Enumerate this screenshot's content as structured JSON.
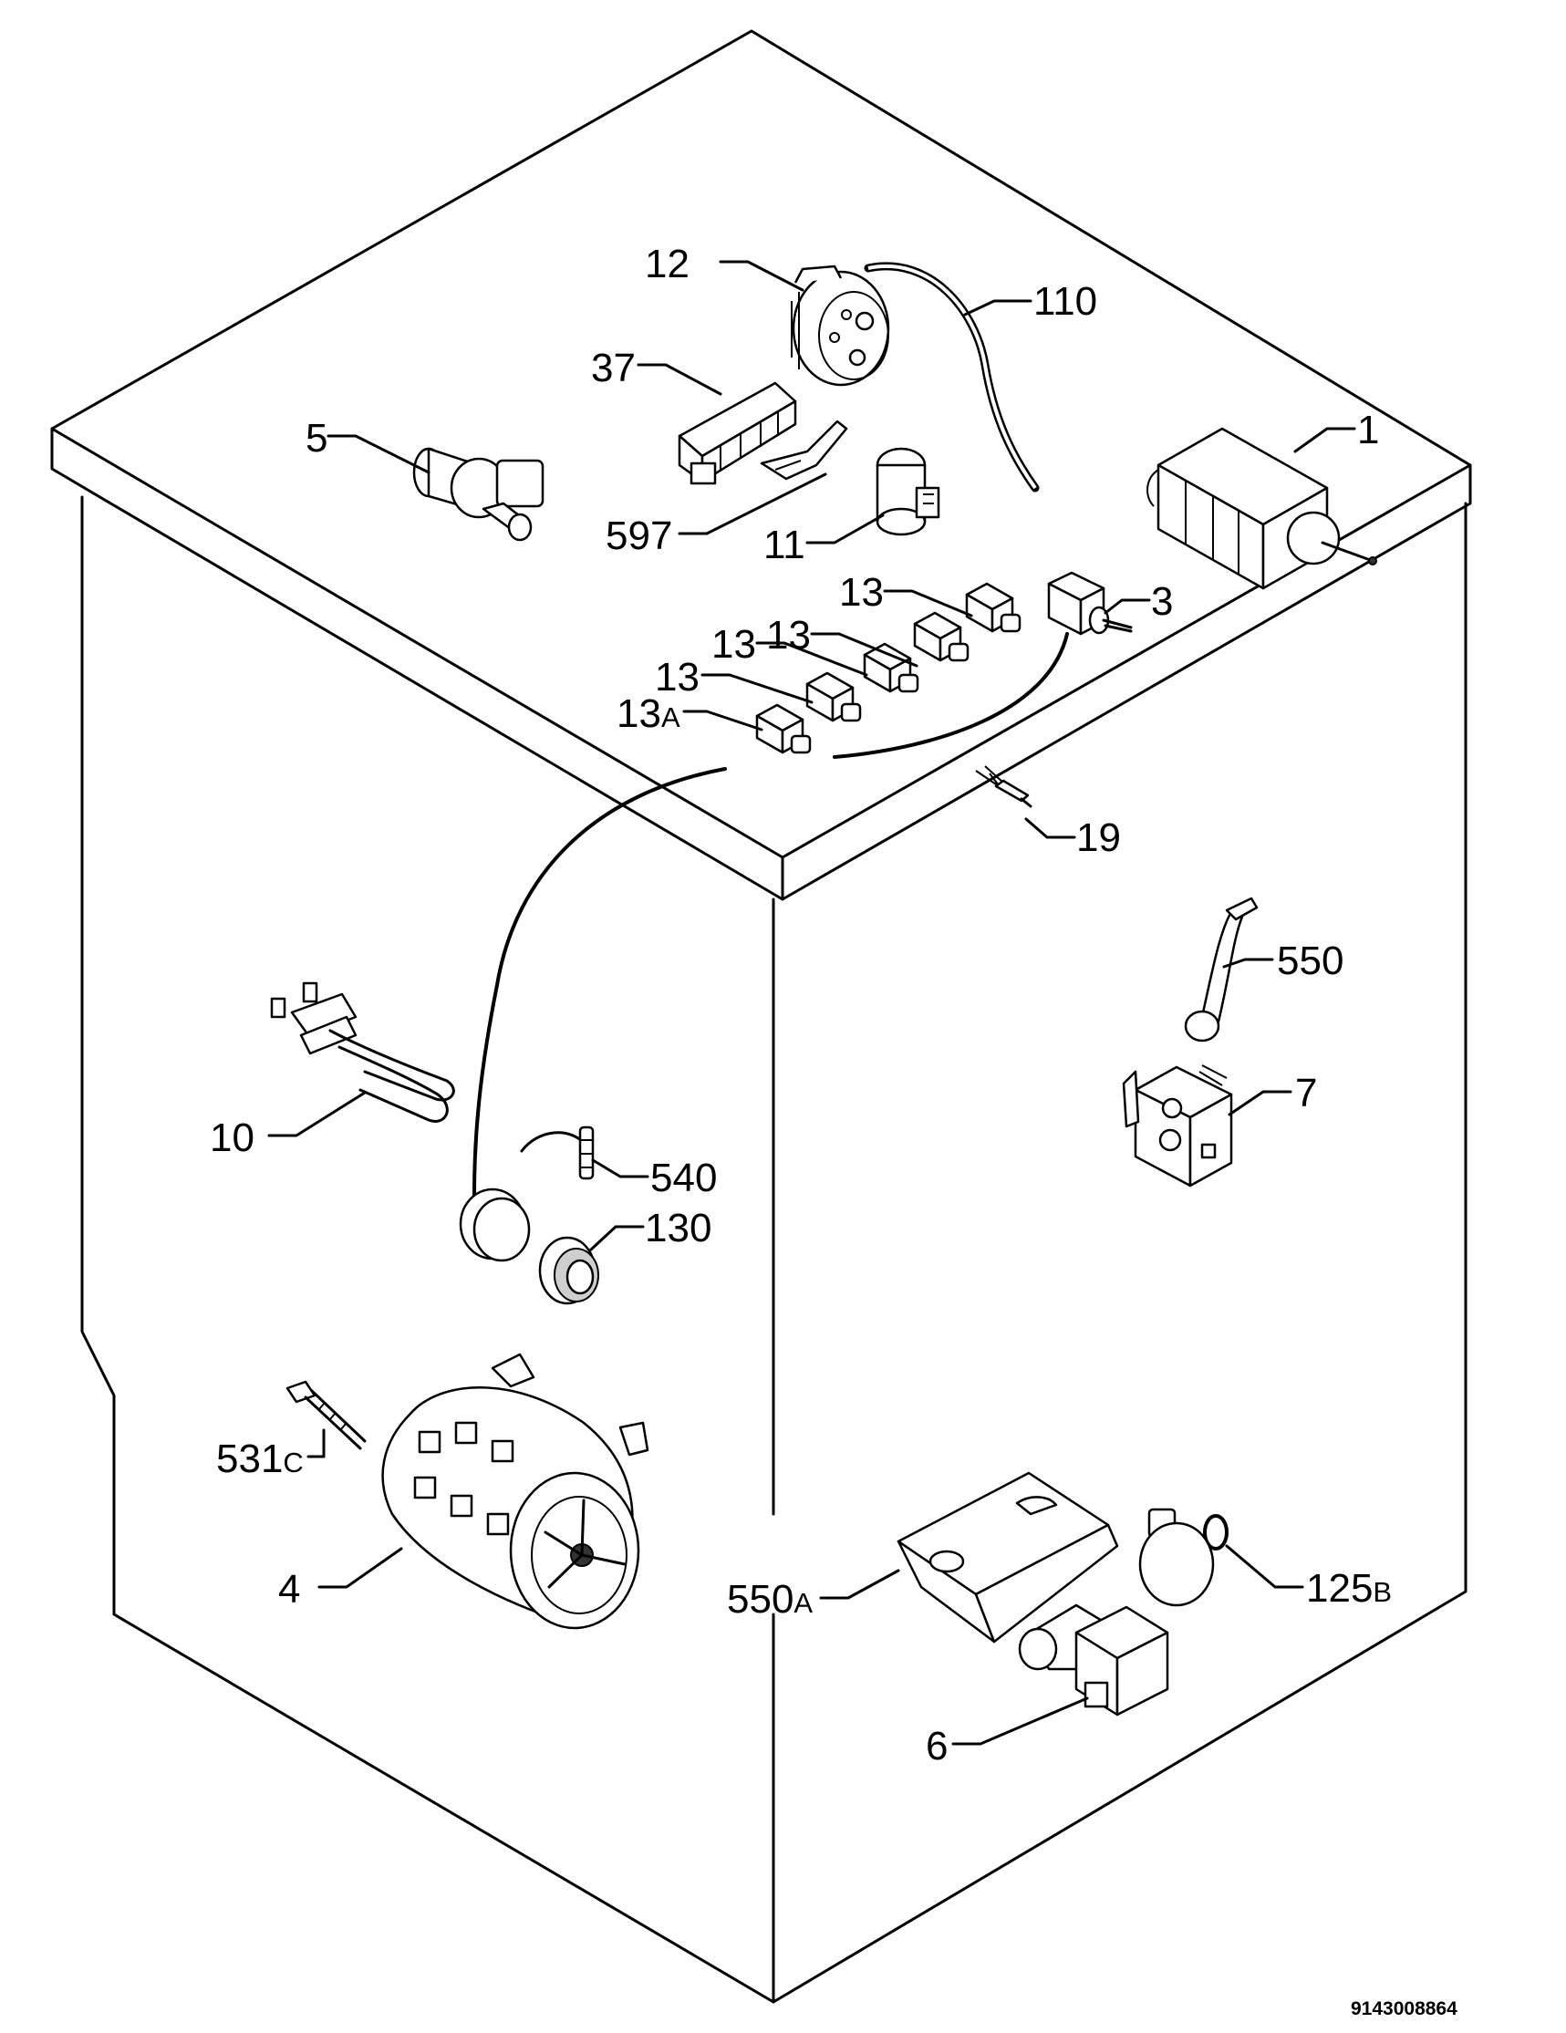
{
  "drawing_code": "9143008864",
  "labels": {
    "l1": {
      "num": "1",
      "suffix": ""
    },
    "l3": {
      "num": "3",
      "suffix": ""
    },
    "l4": {
      "num": "4",
      "suffix": ""
    },
    "l5": {
      "num": "5",
      "suffix": ""
    },
    "l6": {
      "num": "6",
      "suffix": ""
    },
    "l7": {
      "num": "7",
      "suffix": ""
    },
    "l10": {
      "num": "10",
      "suffix": ""
    },
    "l11": {
      "num": "11",
      "suffix": ""
    },
    "l12": {
      "num": "12",
      "suffix": ""
    },
    "l13a": {
      "num": "13",
      "suffix": "A"
    },
    "l13_1": {
      "num": "13",
      "suffix": ""
    },
    "l13_2": {
      "num": "13",
      "suffix": ""
    },
    "l13_3": {
      "num": "13",
      "suffix": ""
    },
    "l13_4": {
      "num": "13",
      "suffix": ""
    },
    "l19": {
      "num": "19",
      "suffix": ""
    },
    "l37": {
      "num": "37",
      "suffix": ""
    },
    "l110": {
      "num": "110",
      "suffix": ""
    },
    "l125b": {
      "num": "125",
      "suffix": "B"
    },
    "l130": {
      "num": "130",
      "suffix": ""
    },
    "l531c": {
      "num": "531",
      "suffix": "C"
    },
    "l540": {
      "num": "540",
      "suffix": ""
    },
    "l550": {
      "num": "550",
      "suffix": ""
    },
    "l550a": {
      "num": "550",
      "suffix": "A"
    },
    "l597": {
      "num": "597",
      "suffix": ""
    }
  }
}
